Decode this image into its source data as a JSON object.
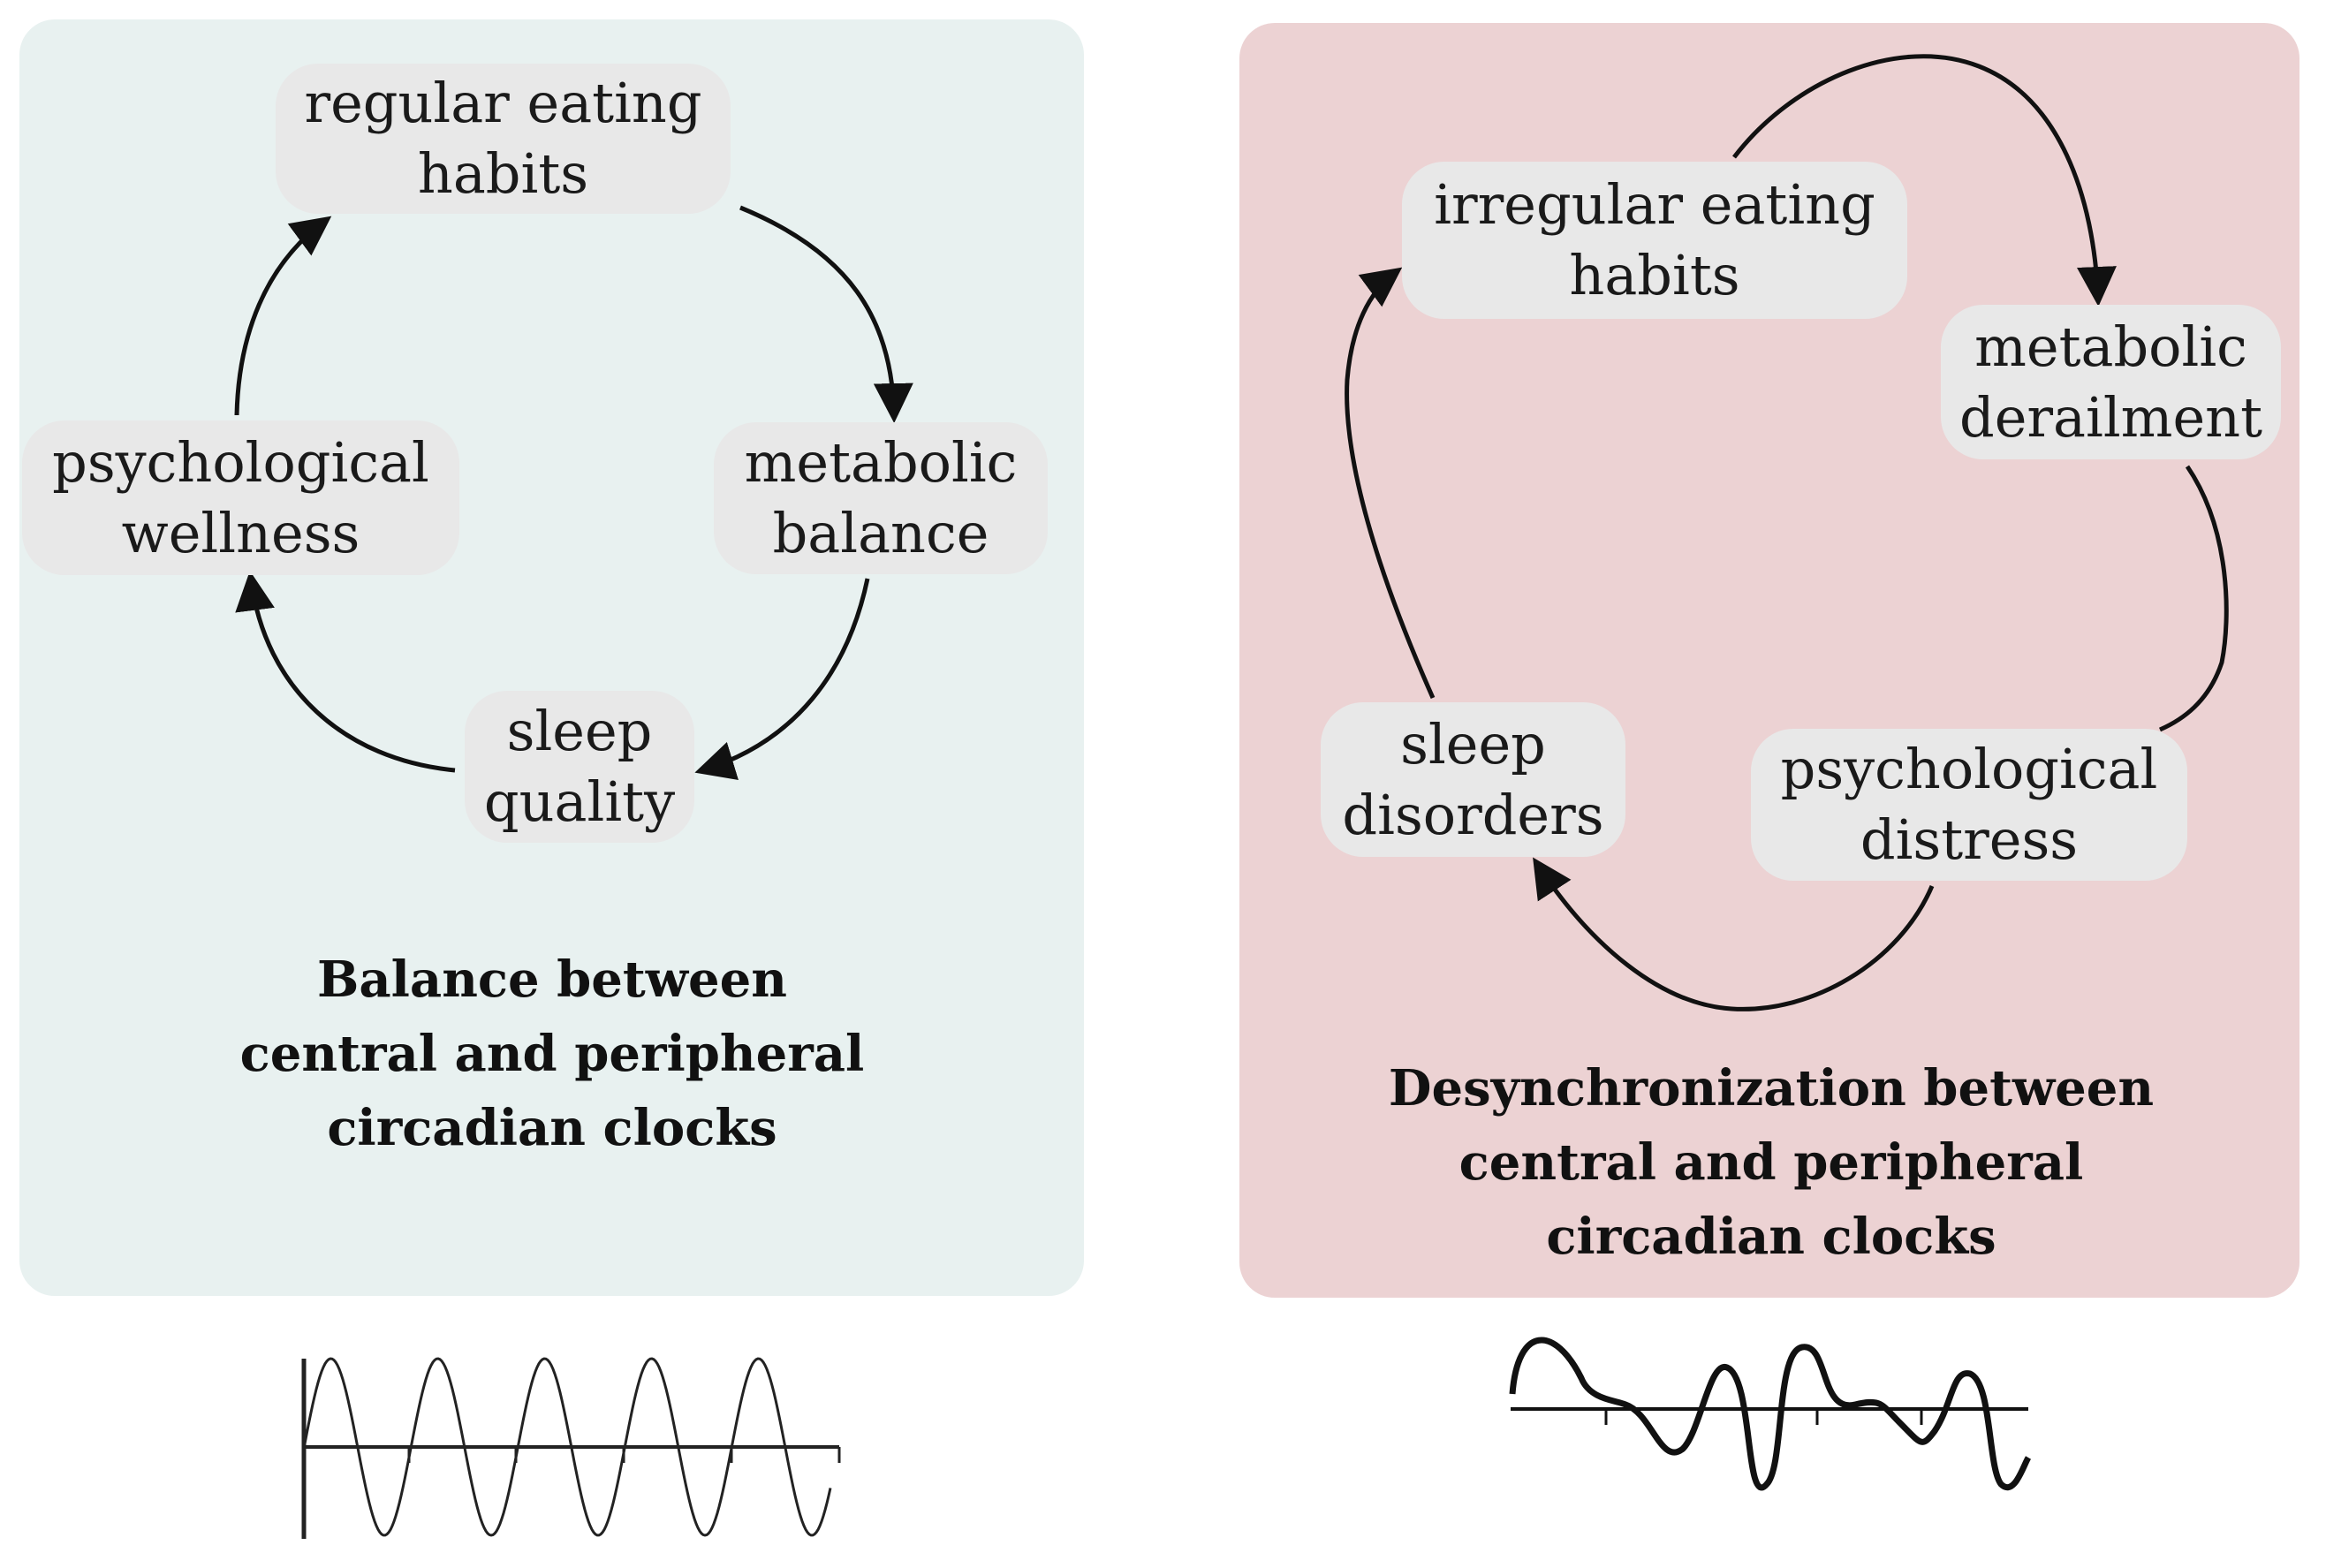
{
  "colors": {
    "balanced_panel": "#e8f1f0",
    "desync_panel": "#ecd2d3",
    "node_fill": "#e8e8e8",
    "arrow": "#111111"
  },
  "left_panel": {
    "nodes": {
      "eating": "regular eating\nhabits",
      "metabolic": "metabolic\nbalance",
      "sleep": "sleep\nquality",
      "psych": "psychological\nwellness"
    },
    "caption": "Balance between\ncentral and peripheral\ncircadian clocks"
  },
  "right_panel": {
    "nodes": {
      "eating": "irregular eating\nhabits",
      "metabolic": "metabolic\nderailment",
      "psych": "psychological\ndistress",
      "sleep": "sleep\ndisorders"
    },
    "caption": "Desynchronization between\ncentral and peripheral\ncircadian clocks"
  },
  "waveforms": {
    "left": "regular-sine-wave",
    "right": "irregular-wave"
  }
}
